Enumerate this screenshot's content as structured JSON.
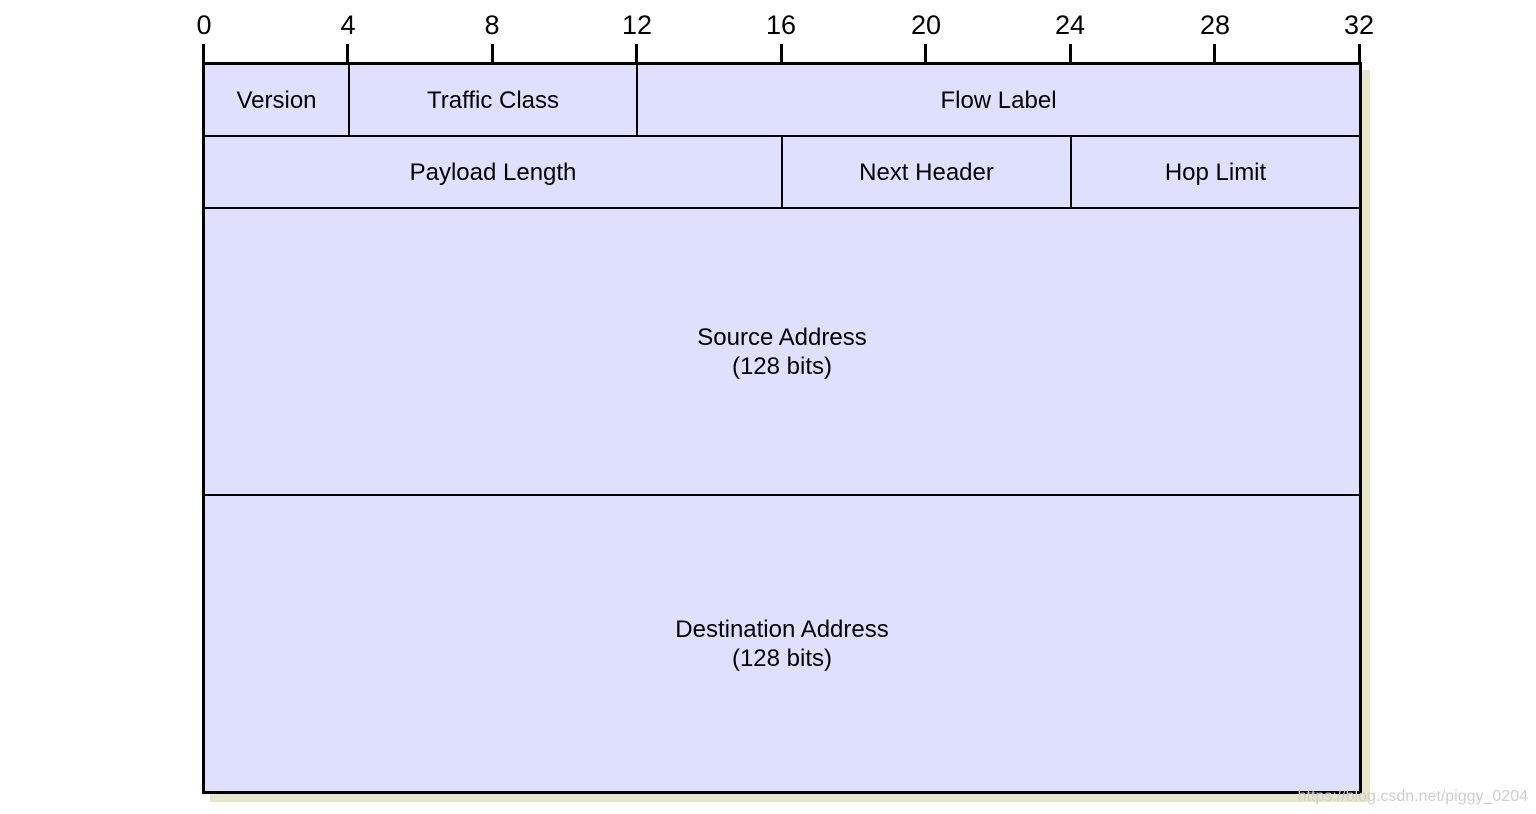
{
  "ruler": {
    "ticks": [
      "0",
      "4",
      "8",
      "12",
      "16",
      "20",
      "24",
      "28",
      "32"
    ]
  },
  "fields": {
    "version": "Version",
    "traffic_class": "Traffic Class",
    "flow_label": "Flow Label",
    "payload_length": "Payload Length",
    "next_header": "Next Header",
    "hop_limit": "Hop Limit",
    "source_address": "Source Address",
    "source_bits": "(128 bits)",
    "destination_address": "Destination Address",
    "destination_bits": "(128 bits)"
  },
  "watermark": "https://blog.csdn.net/piggy_0204",
  "colors": {
    "field_fill": "#dfe0fe",
    "shadow": "#e8e6c8",
    "border": "#000000"
  }
}
